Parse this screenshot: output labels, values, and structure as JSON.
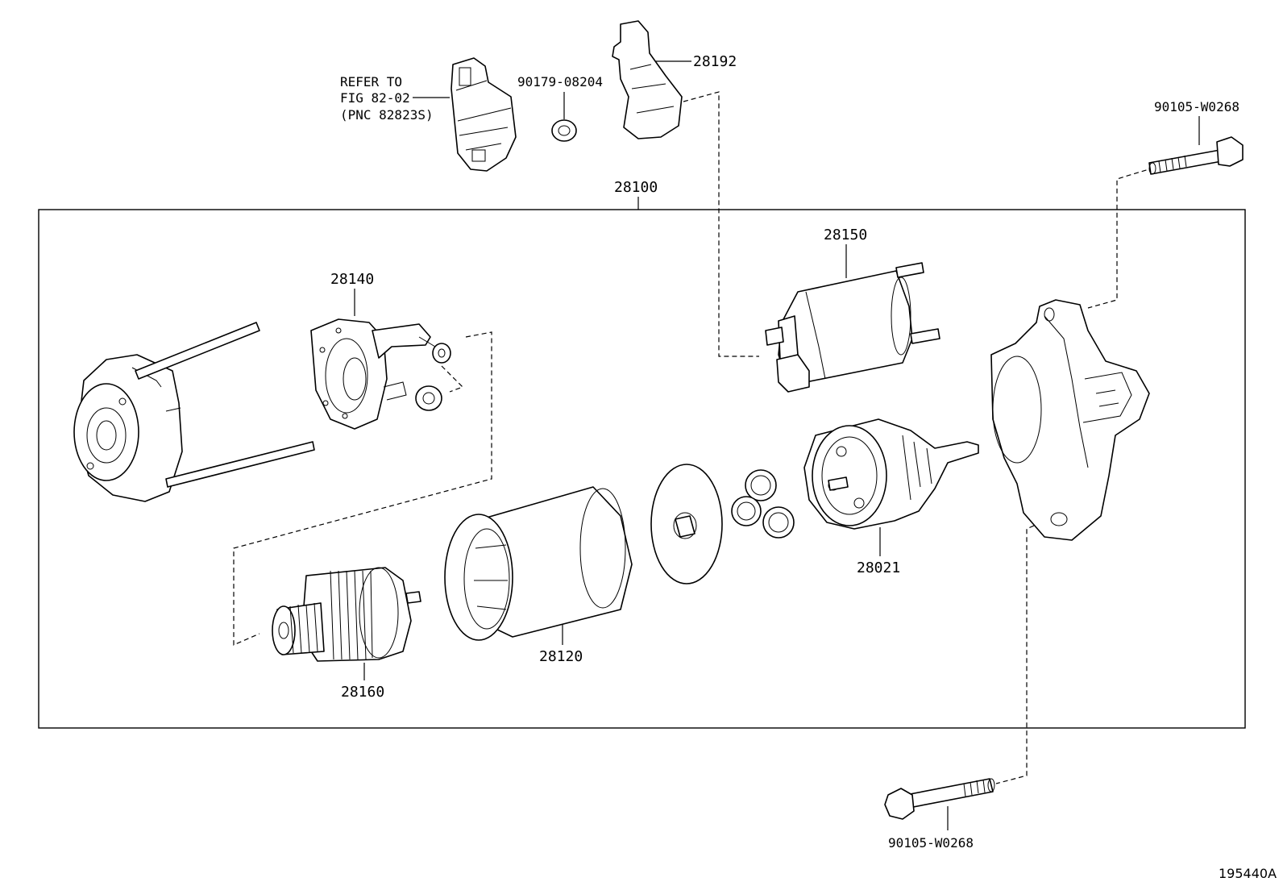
{
  "labels": {
    "refer_line1": "REFER TO",
    "refer_line2": "FIG 82-02",
    "refer_line3": "(PNC 82823S)",
    "p90179": "90179-08204",
    "p28192": "28192",
    "p90105_top": "90105-W0268",
    "p28100": "28100",
    "p28150": "28150",
    "p28140": "28140",
    "p28021": "28021",
    "p28120": "28120",
    "p28160": "28160",
    "p90105_bottom": "90105-W0268",
    "figure_id": "195440A"
  }
}
